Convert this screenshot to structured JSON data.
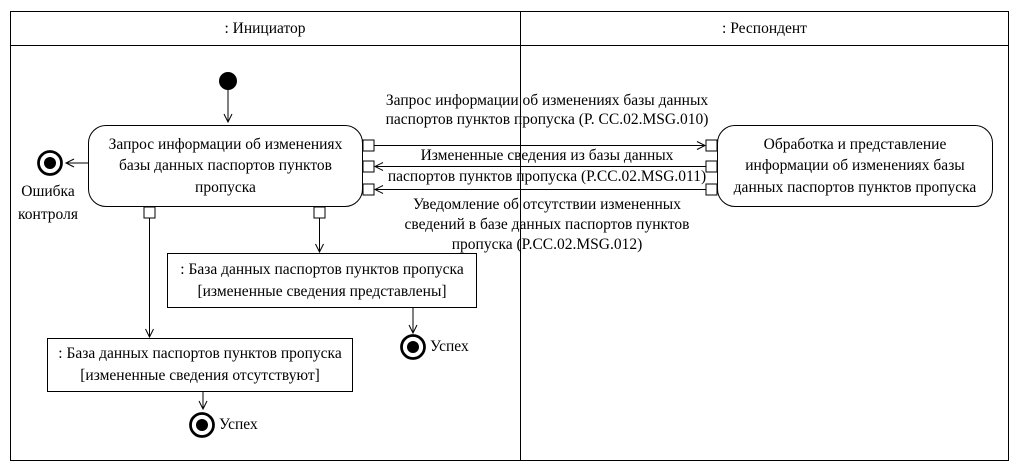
{
  "lanes": [
    {
      "label": ": Инициатор"
    },
    {
      "label": ": Респондент"
    }
  ],
  "activities": {
    "initiator": {
      "lines": [
        "Запрос информации об изменениях",
        "базы данных паспортов пунктов",
        "пропуска"
      ]
    },
    "respondent": {
      "lines": [
        "Обработка и представление",
        "информации об изменениях базы",
        "данных паспортов пунктов пропуска"
      ]
    }
  },
  "objects": {
    "db_present": {
      "lines": [
        ": База данных паспортов пунктов пропуска",
        "[измененные сведения представлены]"
      ]
    },
    "db_absent": {
      "lines": [
        ": База данных паспортов пунктов пропуска",
        "[измененные сведения отсутствуют]"
      ]
    }
  },
  "messages": {
    "request": {
      "lines": [
        "Запрос информации об изменениях базы данных",
        "паспортов пунктов пропуска (P. CC.02.MSG.010)"
      ]
    },
    "changed_data": {
      "lines": [
        "Измененные сведения из базы данных",
        "паспортов пунктов пропуска (P.CC.02.MSG.011)"
      ]
    },
    "no_changes": {
      "lines": [
        "Уведомление об отсутствии измененных",
        "сведений в базе данных паспортов пунктов",
        "пропуска (P.CC.02.MSG.012)"
      ]
    }
  },
  "terminals": {
    "error": {
      "lines": [
        "Ошибка",
        "контроля"
      ]
    },
    "success_present": {
      "label": "Успех"
    },
    "success_absent": {
      "label": "Успех"
    }
  },
  "colors": {
    "line": "#000000",
    "background": "#ffffff"
  }
}
